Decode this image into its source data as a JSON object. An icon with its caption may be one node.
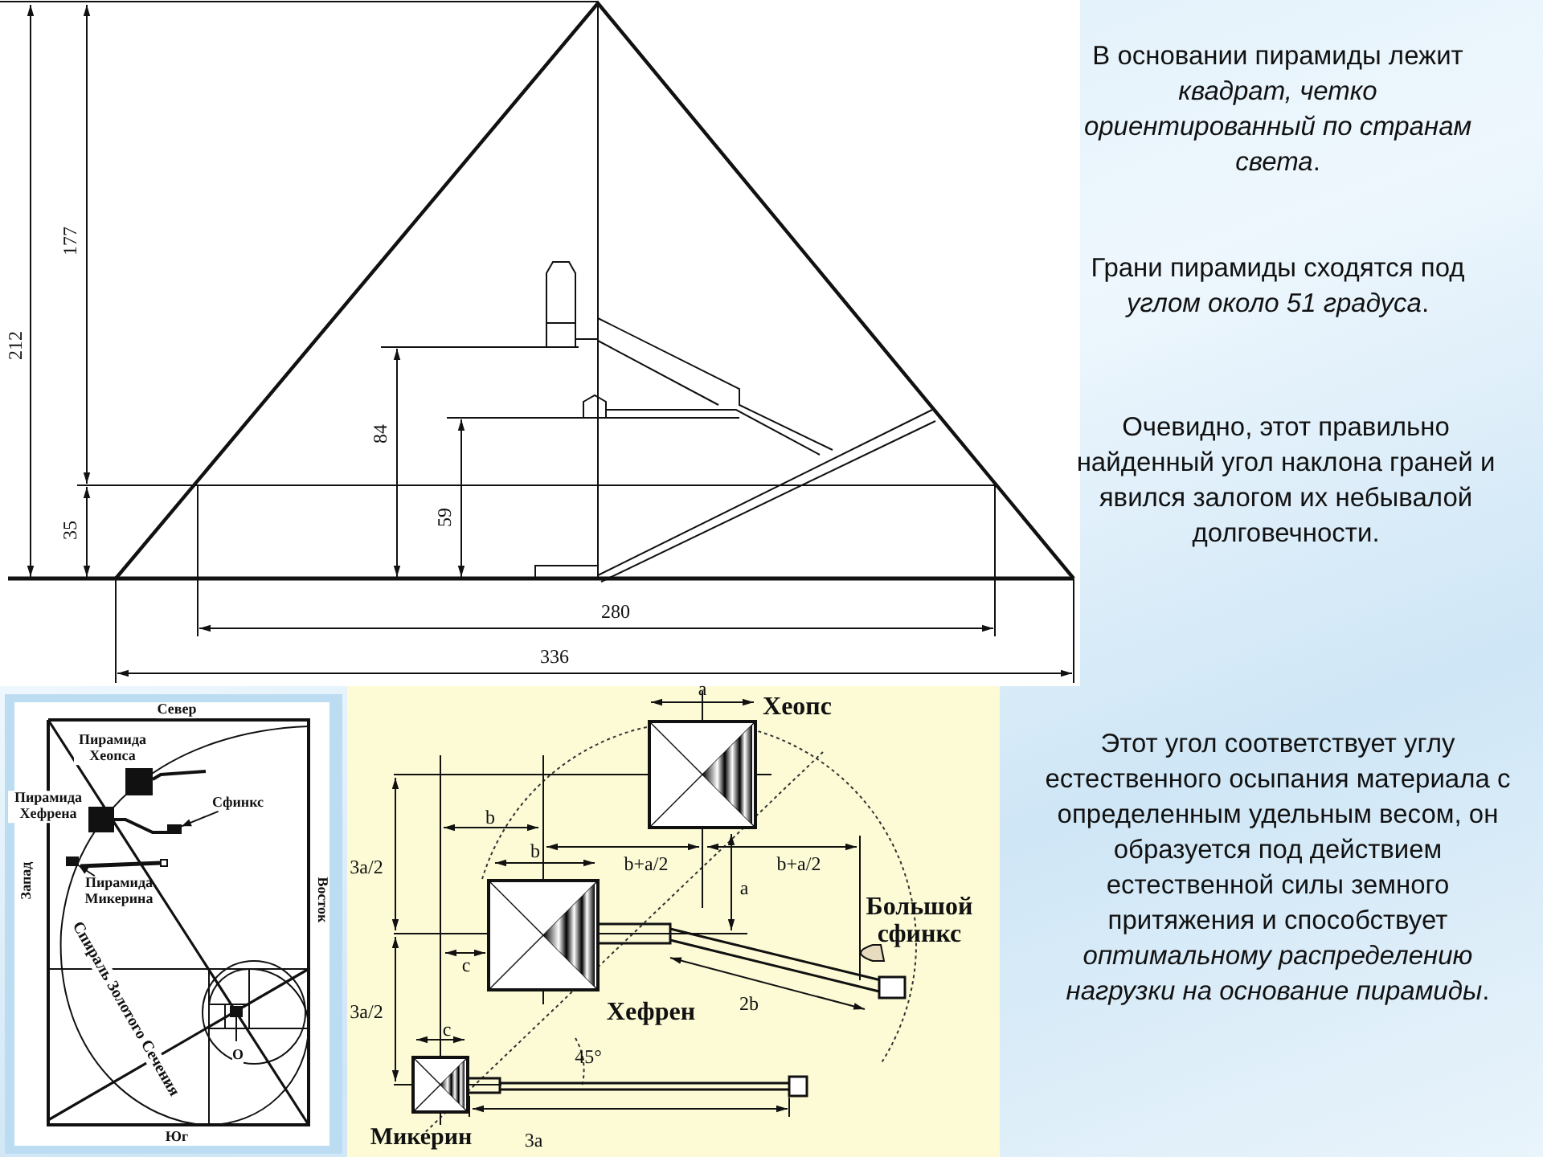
{
  "diagram": {
    "nodes": [
      {
        "text": [
          "Сфинкс"
        ]
      },
      {
        "text": [
          "Пирамида Микерина"
        ]
      },
      {
        "text": [],
        "shape": "box"
      },
      {
        "text": [],
        "shape": "box"
      }
    ],
    "edges": [
      {
        "from": 0,
        "to": 2,
        "arrow": "to"
      },
      {
        "from": 1,
        "to": 3,
        "arrow": "to"
      }
    ],
    "labels": [
      "212",
      "177",
      "35",
      "84",
      "59",
      "280",
      "336",
      "Север",
      "Пирамида Хеопса",
      "Пирамида Хефрена",
      "Запад",
      "Восток",
      "Спираль Золотого Сечения",
      "О",
      "Юг",
      "a",
      "Хеопс",
      "b",
      "b",
      "b+a/2",
      "b+a/2",
      "3a/2",
      "a",
      "Большой сфинкс",
      "c",
      "2b",
      "Хефрен",
      "3a/2",
      "c",
      "45°",
      "Микерин",
      "3a",
      "В основании пирамиды лежит *квадрат, четко ориентированный по странам света*.",
      "Грани пирамиды сходятся под *углом около 51 градуса*.",
      "Очевидно, этот правильно найденный угол наклона граней и явился залогом их небывалой долговечности.",
      "Этот угол соответствует углу естественного осыпания материала с определенным удельным весом, он образуется под действием естественной силы земного притяжения и способствует *оптимальному распределению нагрузки на основание пирамиды*."
    ]
  }
}
